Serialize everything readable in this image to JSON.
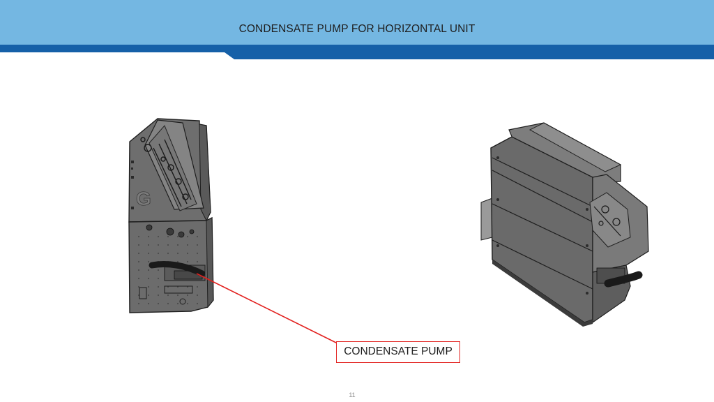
{
  "slide": {
    "title": "CONDENSATE PUMP FOR HORIZONTAL UNIT",
    "callout_label": "CONDENSATE PUMP",
    "page_number": "11",
    "panel_letter": "G"
  },
  "colors": {
    "header_light": "#74b7e2",
    "header_dark": "#1560a8",
    "callout_red": "#e2201e",
    "metal_gray": "#6b6b6b"
  }
}
